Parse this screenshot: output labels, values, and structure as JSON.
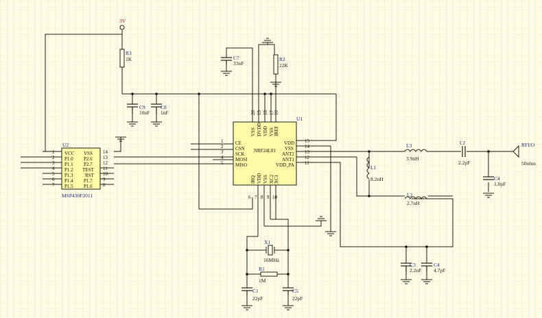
{
  "diagram": {
    "power": {
      "label": "3V"
    },
    "resistors": {
      "r3": {
        "ref": "R3",
        "value": "1K"
      },
      "r2": {
        "ref": "R2",
        "value": "22K"
      },
      "r1": {
        "ref": "R1",
        "value": "1M"
      }
    },
    "capacitors": {
      "c7": {
        "ref": "C7",
        "value": "33nF"
      },
      "c9": {
        "ref": "C9",
        "value": "10nF"
      },
      "c8": {
        "ref": "C8",
        "value": "1nF"
      },
      "cj": {
        "ref": "CJ",
        "value": "2.2pF"
      },
      "c4_top": {
        "ref": "C4",
        "value": "1.0pF"
      },
      "c3": {
        "ref": "C3",
        "value": "2.2nF"
      },
      "c4": {
        "ref": "C4",
        "value": "4.7pF"
      },
      "c1": {
        "ref": "C1",
        "value": "22pF"
      },
      "c5": {
        "ref": "C5",
        "value": "22pF"
      }
    },
    "inductors": {
      "l3": {
        "ref": "L3",
        "value": "3.9nH"
      },
      "l1": {
        "ref": "L1",
        "value": "8.2nH"
      },
      "l2": {
        "ref": "L2",
        "value": "2.7nH"
      }
    },
    "crystal": {
      "ref": "X1",
      "value": "16MHz"
    },
    "antenna": {
      "ref": "RFI/O",
      "value": "50ohm"
    },
    "u2": {
      "ref": "U2",
      "part": "MSP430F2011",
      "left_pins": [
        {
          "num": "1",
          "name": "VCC"
        },
        {
          "num": "2",
          "name": "P1.0"
        },
        {
          "num": "3",
          "name": "P1.1"
        },
        {
          "num": "4",
          "name": "P1.2"
        },
        {
          "num": "5",
          "name": "P1.3"
        },
        {
          "num": "6",
          "name": "P1.4"
        },
        {
          "num": "7",
          "name": "P1.5"
        }
      ],
      "right_pins": [
        {
          "num": "14",
          "name": "VSS"
        },
        {
          "num": "13",
          "name": "P2.6"
        },
        {
          "num": "12",
          "name": "P2.7"
        },
        {
          "num": "11",
          "name": "TEST"
        },
        {
          "num": "10",
          "name": "RST"
        },
        {
          "num": "9",
          "name": "P1.7"
        },
        {
          "num": "8",
          "name": "P1.6"
        }
      ]
    },
    "u1": {
      "ref": "U1",
      "part": "NRF24L01",
      "top_pins": [
        {
          "num": "20",
          "name": "VSS"
        },
        {
          "num": "19",
          "name": "DVDD"
        },
        {
          "num": "18",
          "name": "VDD"
        },
        {
          "num": "17",
          "name": "VSS"
        },
        {
          "num": "16",
          "name": "IREF"
        }
      ],
      "left_pins": [
        {
          "num": "1",
          "name": "CE"
        },
        {
          "num": "2",
          "name": "CSN"
        },
        {
          "num": "3",
          "name": "SCK"
        },
        {
          "num": "4",
          "name": "MOSI"
        },
        {
          "num": "5",
          "name": "MISO"
        }
      ],
      "right_pins": [
        {
          "num": "15",
          "name": "VDD"
        },
        {
          "num": "14",
          "name": "VSS"
        },
        {
          "num": "13",
          "name": "ANT2"
        },
        {
          "num": "12",
          "name": "ANT1"
        },
        {
          "num": "11",
          "name": "VDD_PA"
        }
      ],
      "bottom_pins": [
        {
          "num": "6",
          "name": "IRQ"
        },
        {
          "num": "7",
          "name": "VDD"
        },
        {
          "num": "8",
          "name": "VSS"
        },
        {
          "num": "9",
          "name": "XC2"
        },
        {
          "num": "10",
          "name": "XC1"
        }
      ]
    }
  }
}
